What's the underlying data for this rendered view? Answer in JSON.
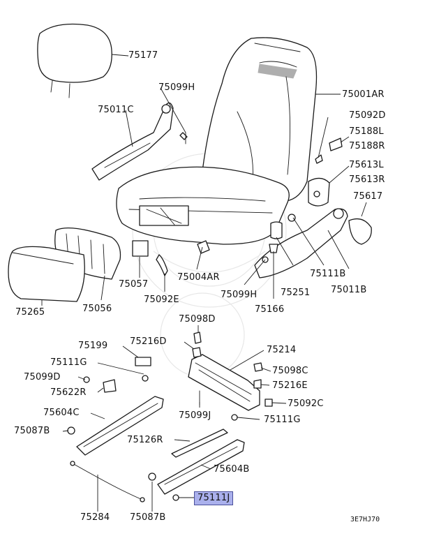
{
  "labels": {
    "p75177": "75177",
    "p75099H_top": "75099H",
    "p75011C": "75011C",
    "p75001AR": "75001AR",
    "p75092D": "75092D",
    "p75188L": "75188L",
    "p75188R": "75188R",
    "p75613L": "75613L",
    "p75613R": "75613R",
    "p75617": "75617",
    "p75111B": "75111B",
    "p75011B": "75011B",
    "p75251": "75251",
    "p75099H_mid": "75099H",
    "p75166": "75166",
    "p75004AR": "75004AR",
    "p75057": "75057",
    "p75092E": "75092E",
    "p75056": "75056",
    "p75265": "75265",
    "p75098D": "75098D",
    "p75199": "75199",
    "p75216D": "75216D",
    "p75214": "75214",
    "p75111G_left": "75111G",
    "p75099D": "75099D",
    "p75622R": "75622R",
    "p75098C": "75098C",
    "p75216E": "75216E",
    "p75092C": "75092C",
    "p75604C": "75604C",
    "p75099J": "75099J",
    "p75111G_right": "75111G",
    "p75087B_left": "75087B",
    "p75126R": "75126R",
    "p75604B": "75604B",
    "p75111J": "75111J",
    "p75284": "75284",
    "p75087B_bottom": "75087B"
  },
  "diagram_code": "3E7HJ70",
  "highlight_color": "#aab0ec"
}
